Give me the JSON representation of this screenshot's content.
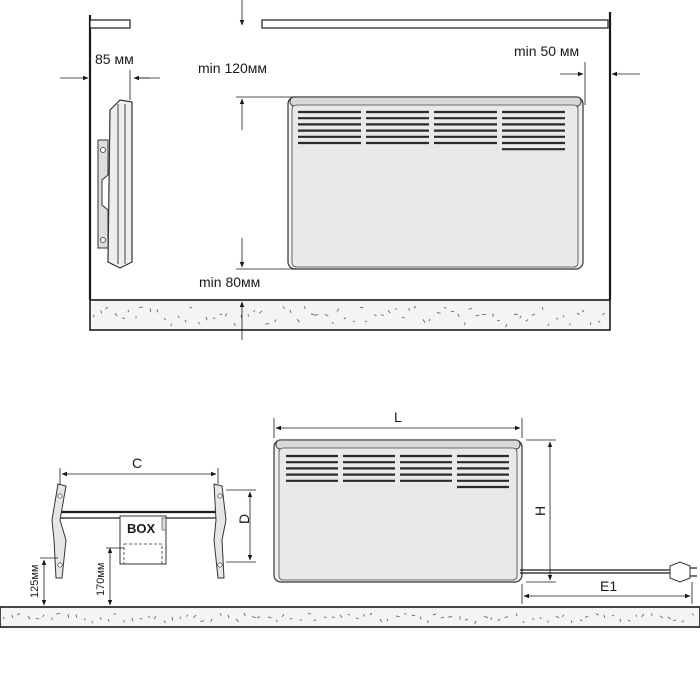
{
  "top_view": {
    "label_side_gap": "85 мм",
    "label_top_gap": "min 120мм",
    "label_right_gap": "min 50 мм",
    "label_bottom_gap": "min 80мм"
  },
  "bottom_view": {
    "label_length": "L",
    "label_height": "H",
    "label_cable": "E1",
    "label_bracket_width": "C",
    "label_bracket_height": "D",
    "label_box": "BOX",
    "label_box_height": "170мм",
    "label_bracket_floor": "125мм"
  },
  "colors": {
    "line": "#1a1a1a",
    "heater_body": "#f1f1f1",
    "floor_fill": "#f4f4f4"
  }
}
